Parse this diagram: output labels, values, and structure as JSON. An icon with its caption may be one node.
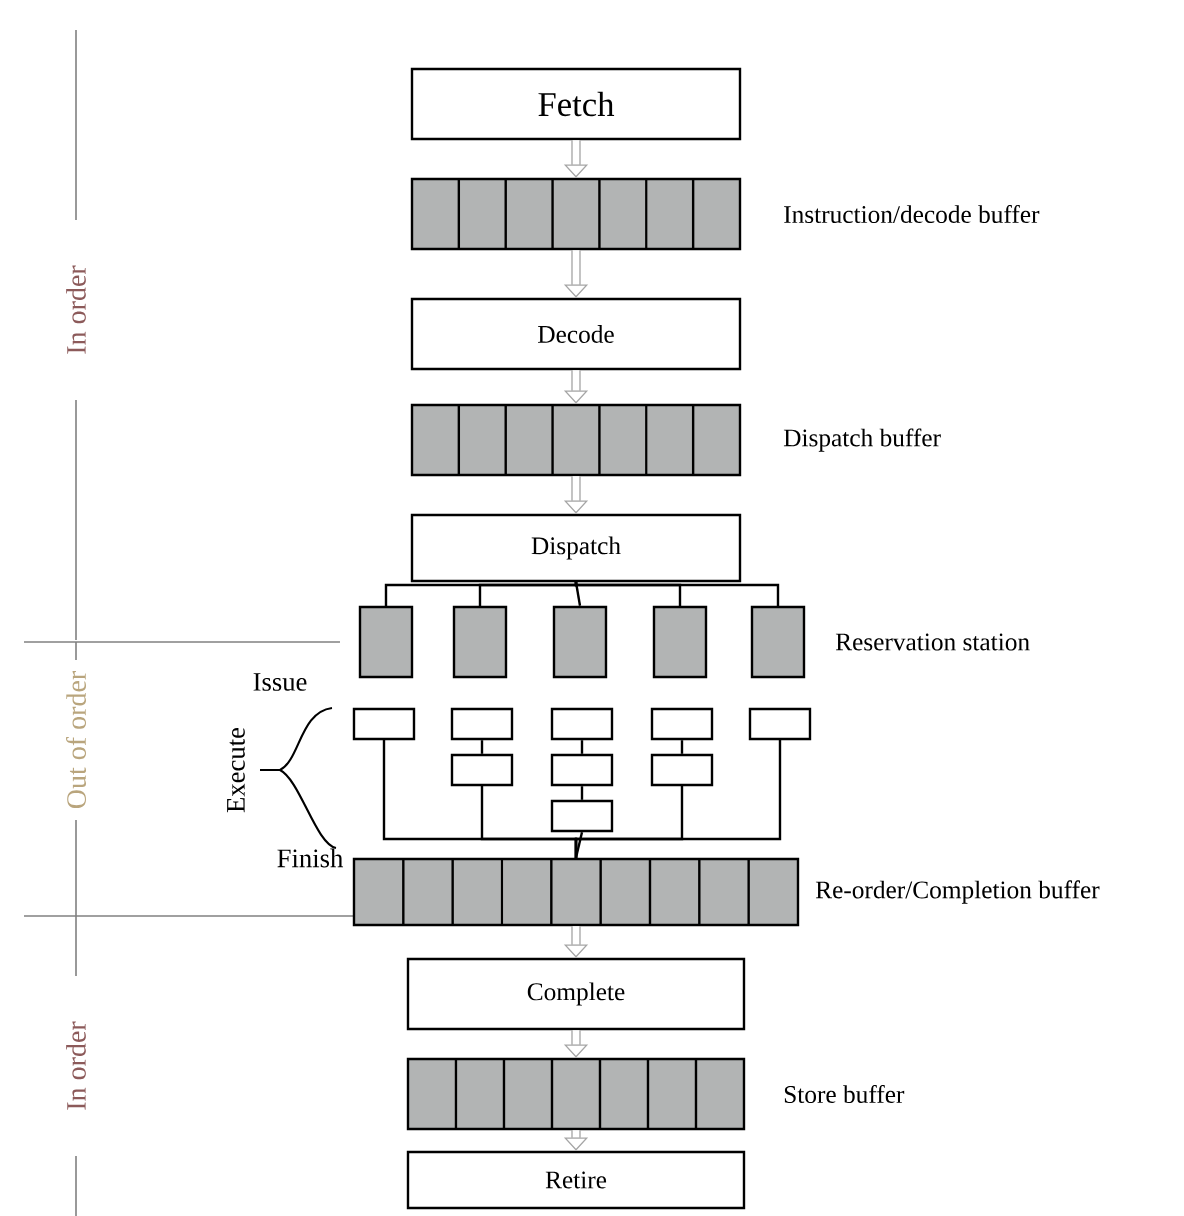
{
  "diagram": {
    "nodes": [
      {
        "text": [
          "Fetch"
        ]
      },
      {
        "text": [],
        "shape": "bar",
        "beside": [
          "Instruction/decode buffer"
        ]
      },
      {
        "text": [
          "Decode"
        ]
      },
      {
        "text": [],
        "shape": "bar",
        "beside": [
          "Dispatch buffer"
        ]
      },
      {
        "text": [
          "Dispatch"
        ]
      },
      {
        "text": [],
        "shape": "box"
      },
      {
        "text": [],
        "shape": "box"
      },
      {
        "text": [],
        "shape": "box"
      },
      {
        "text": [],
        "shape": "box"
      },
      {
        "text": [],
        "shape": "box"
      },
      {
        "text": [],
        "shape": "box"
      },
      {
        "text": [],
        "shape": "box"
      },
      {
        "text": [],
        "shape": "box"
      },
      {
        "text": [],
        "shape": "box"
      },
      {
        "text": [],
        "shape": "box"
      },
      {
        "text": [],
        "shape": "box"
      },
      {
        "text": [],
        "shape": "box"
      },
      {
        "text": [],
        "shape": "box"
      },
      {
        "text": [],
        "shape": "box"
      },
      {
        "text": [],
        "shape": "bar",
        "beside": [
          "Re-order/Completion buffer"
        ]
      },
      {
        "text": [
          "Complete"
        ]
      },
      {
        "text": [],
        "shape": "bar",
        "beside": [
          "Store buffer"
        ]
      },
      {
        "text": [
          "Retire"
        ]
      }
    ],
    "edges": [
      {
        "from": 0,
        "to": 1,
        "arrow": "to",
        "style": "thick",
        "color": "#a6a6a6"
      },
      {
        "from": 1,
        "to": 2,
        "arrow": "to",
        "style": "thick",
        "color": "#a6a6a6"
      },
      {
        "from": 2,
        "to": 3,
        "arrow": "to",
        "style": "thick",
        "color": "#a6a6a6"
      },
      {
        "from": 3,
        "to": 4,
        "arrow": "to",
        "style": "thick",
        "color": "#a6a6a6"
      },
      {
        "from": 4,
        "to": 5,
        "arrow": "none"
      },
      {
        "from": 4,
        "to": 6,
        "arrow": "none"
      },
      {
        "from": 4,
        "to": 7,
        "arrow": "none"
      },
      {
        "from": 4,
        "to": 8,
        "arrow": "none"
      },
      {
        "from": 4,
        "to": 9,
        "arrow": "none"
      },
      {
        "from": 11,
        "to": 15,
        "arrow": "none"
      },
      {
        "from": 12,
        "to": 16,
        "arrow": "none"
      },
      {
        "from": 16,
        "to": 18,
        "arrow": "none"
      },
      {
        "from": 13,
        "to": 17,
        "arrow": "none"
      },
      {
        "from": 10,
        "to": 19,
        "arrow": "none"
      },
      {
        "from": 15,
        "to": 19,
        "arrow": "none"
      },
      {
        "from": 18,
        "to": 19,
        "arrow": "none"
      },
      {
        "from": 17,
        "to": 19,
        "arrow": "none"
      },
      {
        "from": 14,
        "to": 19,
        "arrow": "none"
      },
      {
        "from": 19,
        "to": 20,
        "arrow": "to",
        "style": "thick",
        "color": "#a6a6a6"
      },
      {
        "from": 20,
        "to": 21,
        "arrow": "to",
        "style": "thick",
        "color": "#a6a6a6"
      },
      {
        "from": 21,
        "to": 22,
        "arrow": "to",
        "style": "thick",
        "color": "#a6a6a6"
      }
    ],
    "labels": [
      "In order",
      "Out of order",
      "In order",
      "Issue",
      "Execute",
      "Finish",
      "Reservation station"
    ]
  }
}
